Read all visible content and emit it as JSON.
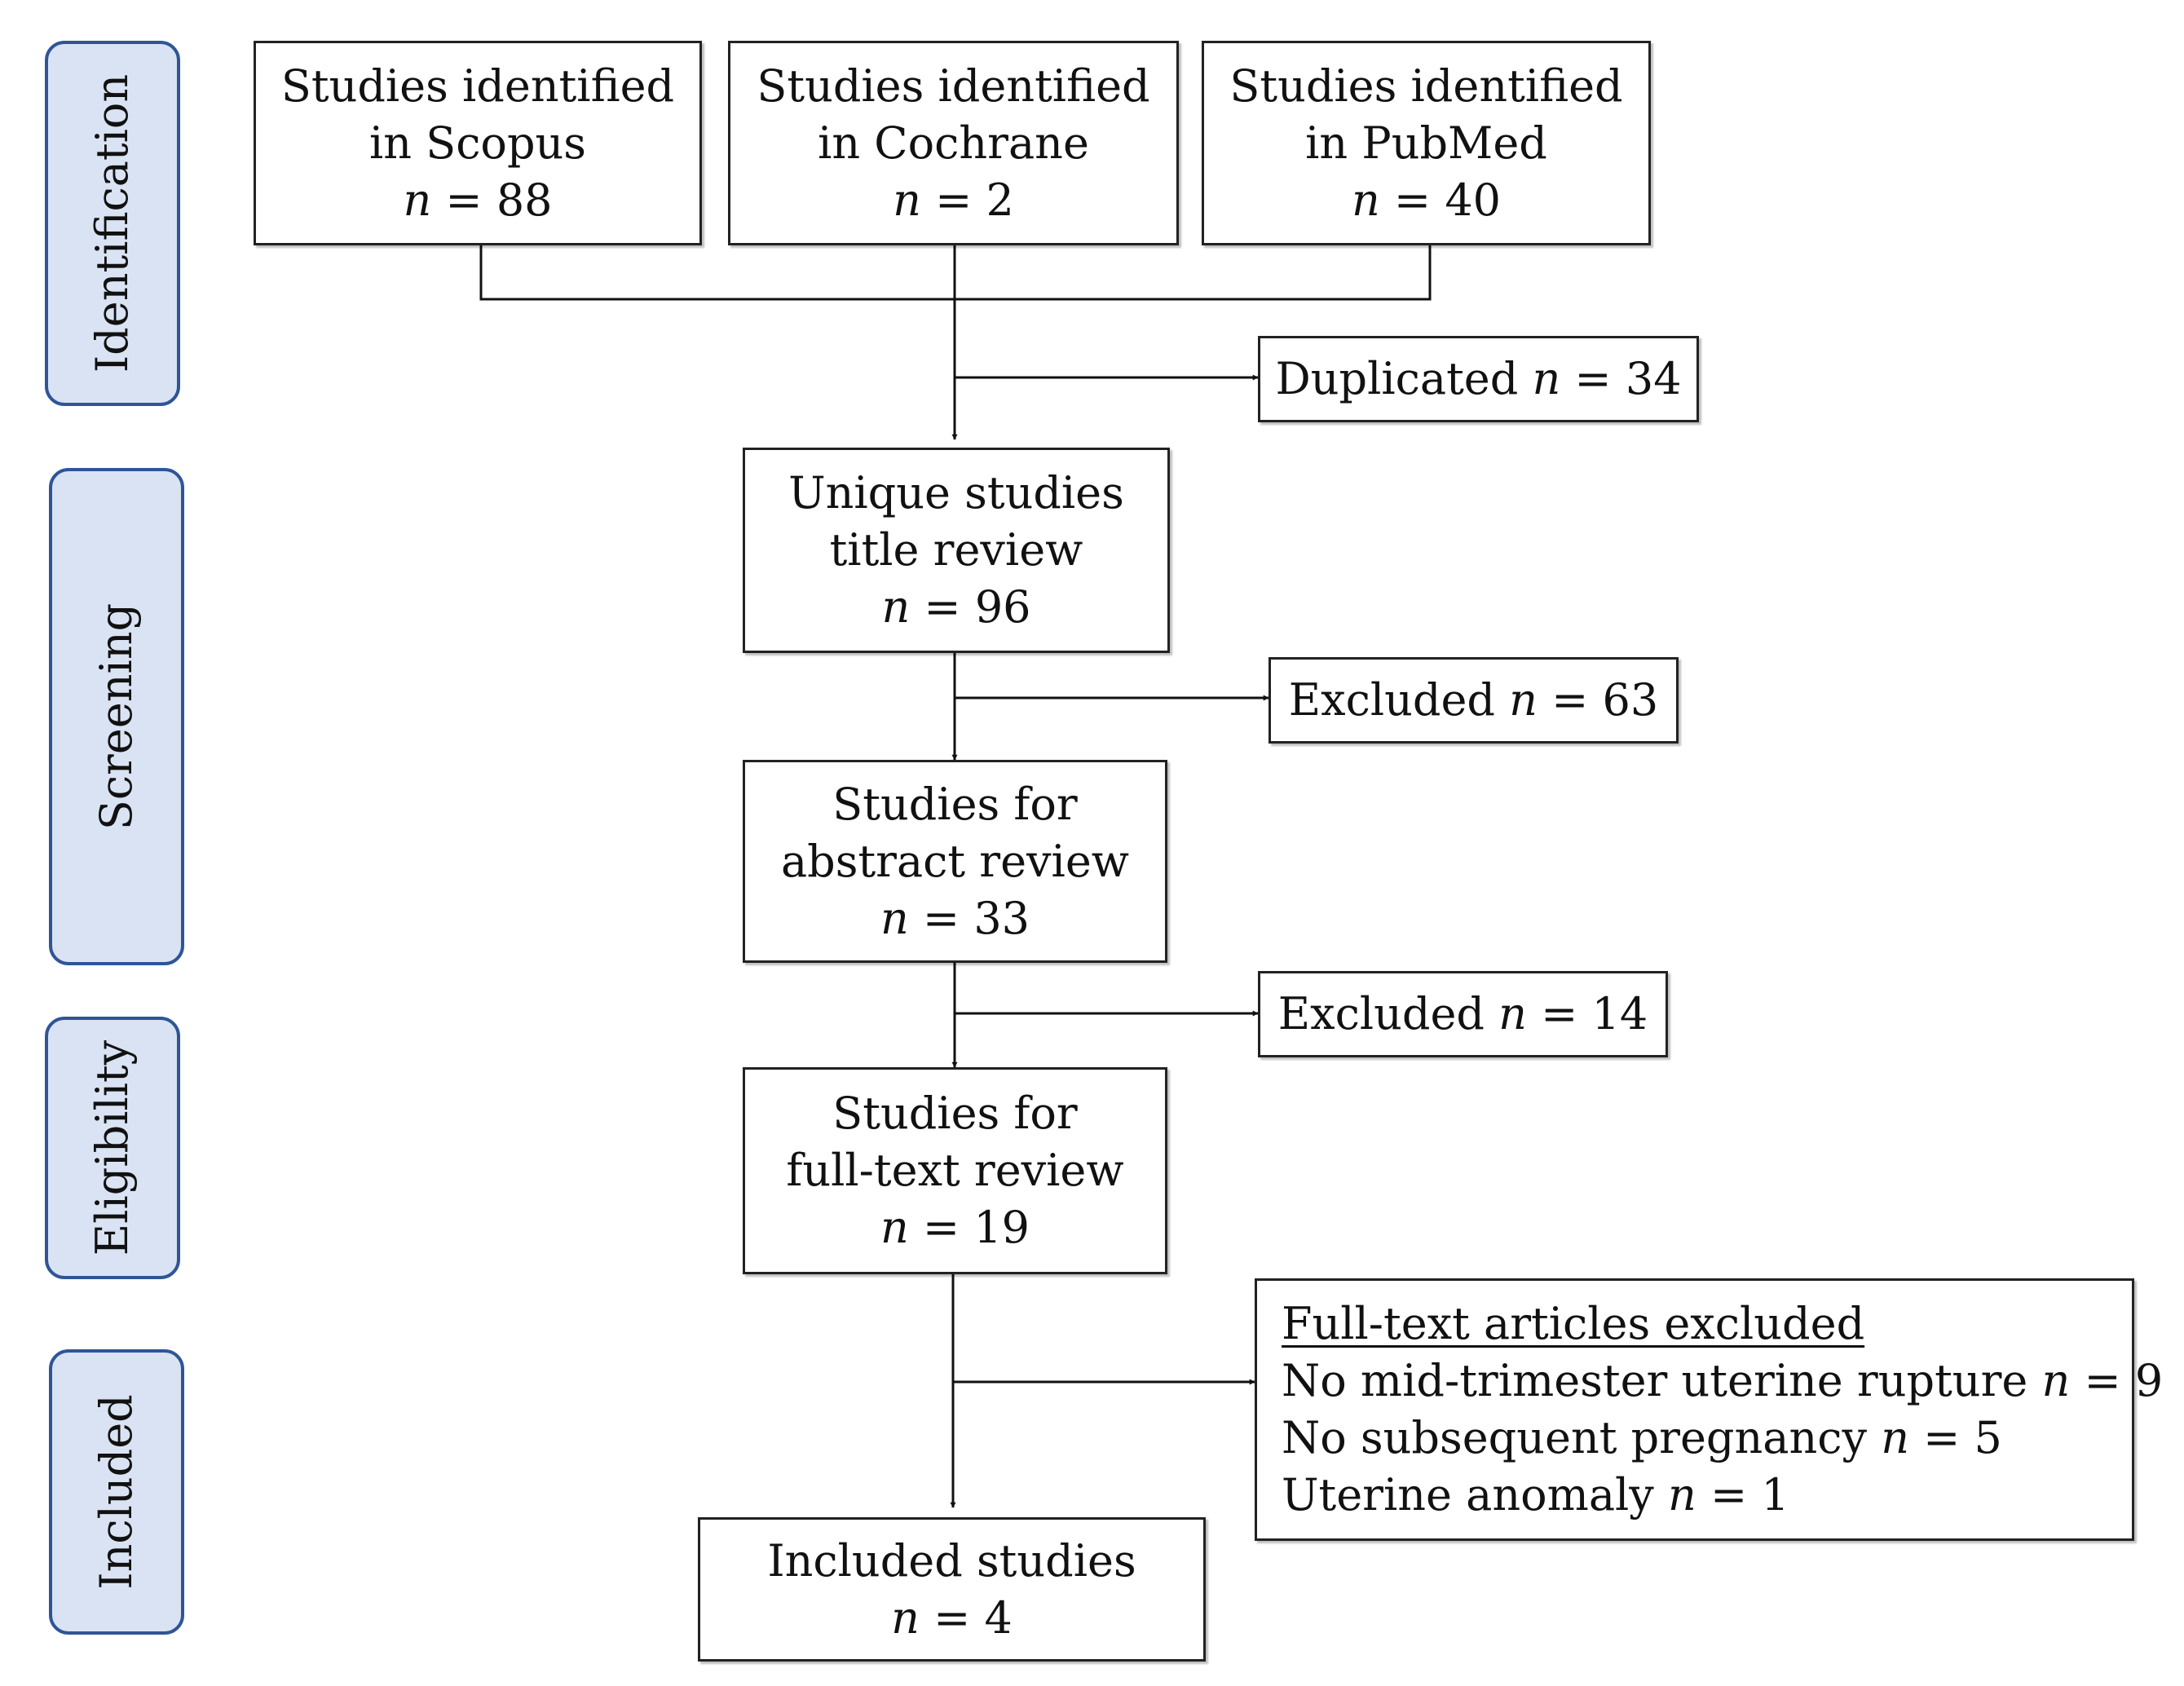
{
  "stages": {
    "identification": "Identification",
    "screening": "Screening",
    "eligibility": "Eligibility",
    "included": "Included"
  },
  "n_symbol": "n",
  "sources": {
    "scopus": {
      "lines": [
        "Studies identified",
        "in Scopus"
      ],
      "count": "= 88"
    },
    "cochrane": {
      "lines": [
        "Studies identified",
        "in Cochrane"
      ],
      "count": "= 2"
    },
    "pubmed": {
      "lines": [
        "Studies identified",
        "in PubMed"
      ],
      "count": "= 40"
    }
  },
  "duplicated": {
    "label": "Duplicated",
    "count": "= 34"
  },
  "unique": {
    "lines": [
      "Unique studies",
      "title review"
    ],
    "count": "= 96"
  },
  "excluded_title": {
    "label": "Excluded",
    "count": "= 63"
  },
  "abstract": {
    "lines": [
      "Studies for",
      "abstract review"
    ],
    "count": "= 33"
  },
  "excluded_abstract": {
    "label": "Excluded",
    "count": "= 14"
  },
  "fulltext": {
    "lines": [
      "Studies for",
      "full-text review"
    ],
    "count": "= 19"
  },
  "fulltext_excluded": {
    "heading": "Full-text articles excluded",
    "reasons": [
      {
        "label": "No mid-trimester uterine rupture",
        "count": "= 9"
      },
      {
        "label": "No subsequent pregnancy",
        "count": "= 5"
      },
      {
        "label": "Uterine anomaly",
        "count": "= 1"
      }
    ]
  },
  "included": {
    "lines": [
      "Included studies"
    ],
    "count": "= 4"
  },
  "colors": {
    "stage_fill": "#dae3f3",
    "stage_border": "#2f5597",
    "line": "#111111"
  }
}
